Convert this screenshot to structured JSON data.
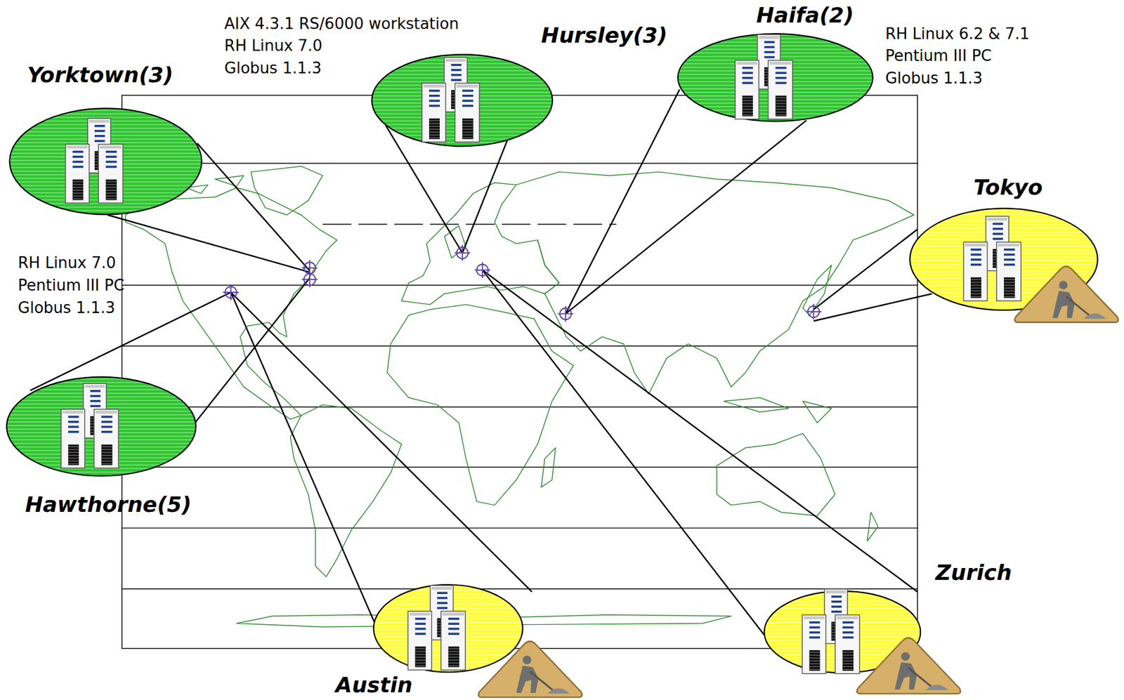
{
  "diagram": {
    "nodes": [
      {
        "text": [
          "Yorktown(3)"
        ]
      },
      {
        "text": [
          "Hursley(3)"
        ]
      },
      {
        "text": [
          "Haifa(2)"
        ]
      },
      {
        "text": [
          "Tokyo"
        ]
      },
      {
        "text": [
          "Hawthorne(5)"
        ]
      },
      {
        "text": [
          "Austin"
        ]
      },
      {
        "text": [
          "Zurich"
        ]
      }
    ],
    "labels": [
      "AIX 4.3.1 RS/6000 workstation RH Linux 7.0 Globus 1.1.3",
      "RH Linux 6.2 & 7.1 Pentium III PC Globus 1.1.3",
      "RH Linux 7.0 Pentium III PC Globus 1.1.3"
    ]
  }
}
